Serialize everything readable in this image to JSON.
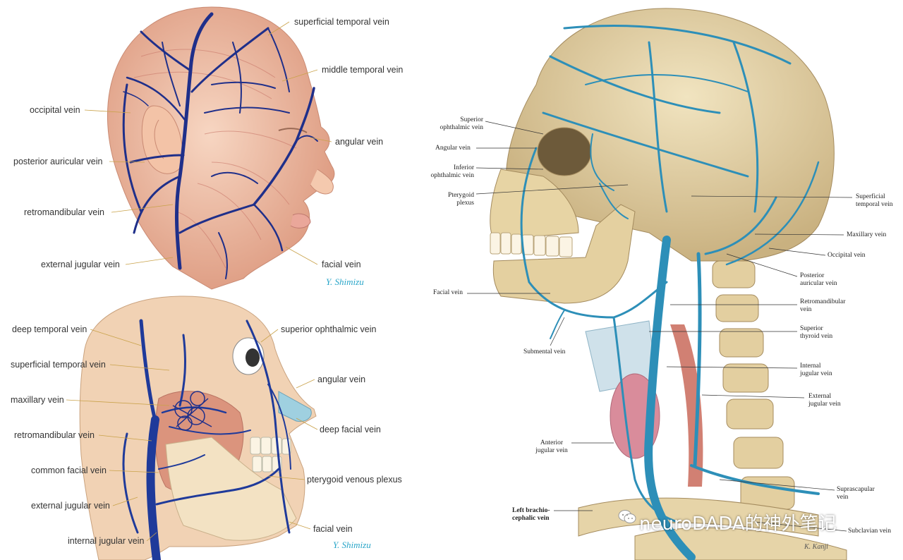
{
  "colors": {
    "vein_dark": "#1f2f8a",
    "vein_light": "#2d8fb8",
    "muscle": "#d98e78",
    "skin": "#f2c4a8",
    "bone": "#e6d4a8",
    "sig": "#2aa6c9"
  },
  "top_left": {
    "labels": {
      "superficial_temporal": "superficial temporal vein",
      "middle_temporal": "middle temporal vein",
      "occipital": "occipital vein",
      "angular": "angular vein",
      "posterior_auricular": "posterior auricular vein",
      "retromandibular": "retromandibular vein",
      "external_jugular": "external jugular vein",
      "facial": "facial vein"
    },
    "signature": "Y. Shimizu"
  },
  "bottom_left": {
    "labels": {
      "deep_temporal": "deep temporal vein",
      "superior_ophthalmic": "superior ophthalmic vein",
      "superficial_temporal": "superficial temporal vein",
      "angular": "angular vein",
      "maxillary": "maxillary vein",
      "deep_facial": "deep facial vein",
      "retromandibular": "retromandibular vein",
      "common_facial": "common facial vein",
      "pterygoid_plexus": "pterygoid venous plexus",
      "external_jugular": "external jugular vein",
      "facial": "facial vein",
      "internal_jugular": "internal jugular vein"
    },
    "signature": "Y. Shimizu"
  },
  "right": {
    "labels": {
      "superior_ophthalmic": "Superior\nophthalmic vein",
      "angular": "Angular vein",
      "inferior_ophthalmic": "Inferior\nophthalmic vein",
      "pterygoid": "Pterygoid\nplexus",
      "facial": "Facial vein",
      "submental": "Submental vein",
      "anterior_jugular": "Anterior\njugular vein",
      "left_brachiocephalic": "Left brachio-\ncephalic vein",
      "superficial_temporal": "Superficial\ntemporal vein",
      "maxillary": "Maxillary vein",
      "occipital": "Occipital vein",
      "posterior_auricular": "Posterior\nauricular vein",
      "retromandibular": "Retromandibular\nvein",
      "superior_thyroid": "Superior\nthyroid vein",
      "internal_jugular": "Internal\njugular vein",
      "external_jugular": "External\njugular vein",
      "suprascapular": "Suprascapular\nvein",
      "subclavian": "Subclavian vein"
    },
    "signature": "K. Kanji"
  },
  "watermark": "neuroDADA的神外笔记"
}
